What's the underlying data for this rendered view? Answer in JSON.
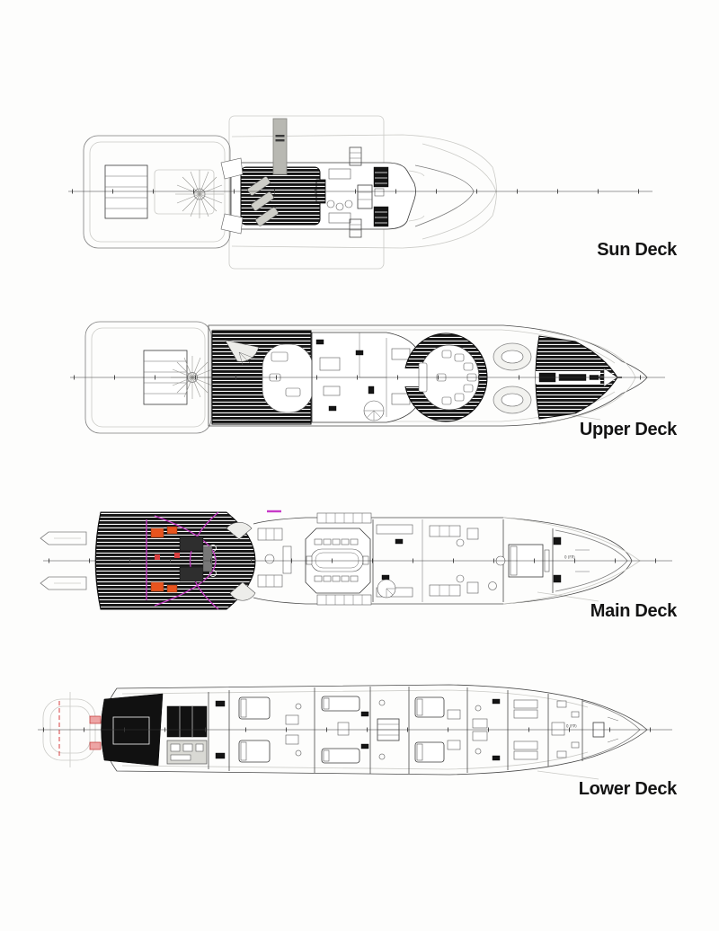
{
  "document": {
    "type": "yacht general arrangement deck plans, top view",
    "background": "#fdfdfc"
  },
  "decks": [
    {
      "id": "sun-deck",
      "label": "Sun Deck"
    },
    {
      "id": "upper-deck",
      "label": "Upper Deck"
    },
    {
      "id": "main-deck",
      "label": "Main Deck"
    },
    {
      "id": "lower-deck",
      "label": "Lower Deck"
    }
  ],
  "stations": {
    "main": "0 (FP)",
    "lower": "0 (FP)"
  },
  "colors": {
    "linework": "#4a4a4a",
    "faint_linework": "#cacac6",
    "dark_deck_fill": "#141414",
    "deck_stripe_gap": "#fafafa",
    "mast_gray": "#b8b8b2",
    "lounger_gray": "#cfcfc9",
    "magenta_accent": "#c83ac8",
    "orange_accent": "#e8541e",
    "red_accent": "#d84040",
    "label_text": "#141414"
  }
}
